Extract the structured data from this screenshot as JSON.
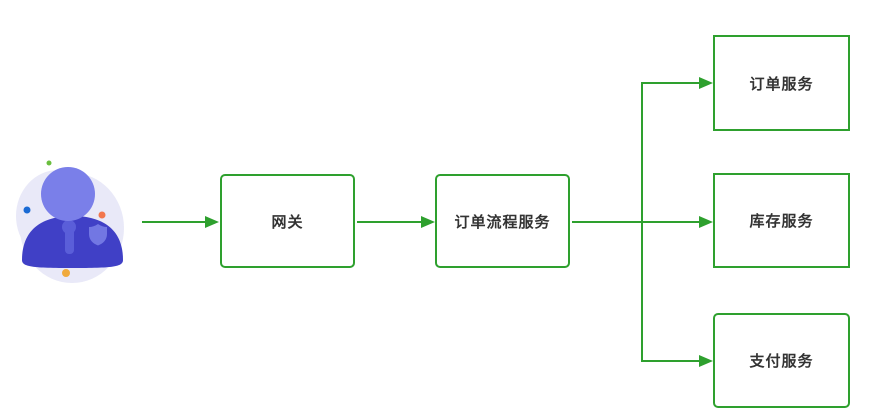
{
  "colors": {
    "connector": "#2ea02e",
    "node_border": "#2ea02e",
    "node_fill": "#ffffff",
    "text": "#333333",
    "canvas_bg": "#ffffff",
    "user_icon": {
      "blob": "#e9e9f8",
      "head": "#7a7fe9",
      "body": "#4040c6",
      "tie": "#5a5ed9",
      "badge": "#7277e3",
      "dot_green": "#6abe3e",
      "dot_blue": "#1a6ad4",
      "dot_orange": "#f2764d",
      "dot_yellow": "#f0aa3d"
    }
  },
  "diagram": {
    "nodes": {
      "user": {
        "icon": "user-person-icon"
      },
      "gateway": {
        "label": "网关"
      },
      "order_process": {
        "label": "订单流程服务"
      },
      "order_service": {
        "label": "订单服务"
      },
      "inventory_service": {
        "label": "库存服务"
      },
      "payment_service": {
        "label": "支付服务"
      }
    },
    "edges": [
      {
        "from": "user",
        "to": "gateway"
      },
      {
        "from": "gateway",
        "to": "order_process"
      },
      {
        "from": "order_process",
        "to": "order_service"
      },
      {
        "from": "order_process",
        "to": "inventory_service"
      },
      {
        "from": "order_process",
        "to": "payment_service"
      }
    ]
  }
}
